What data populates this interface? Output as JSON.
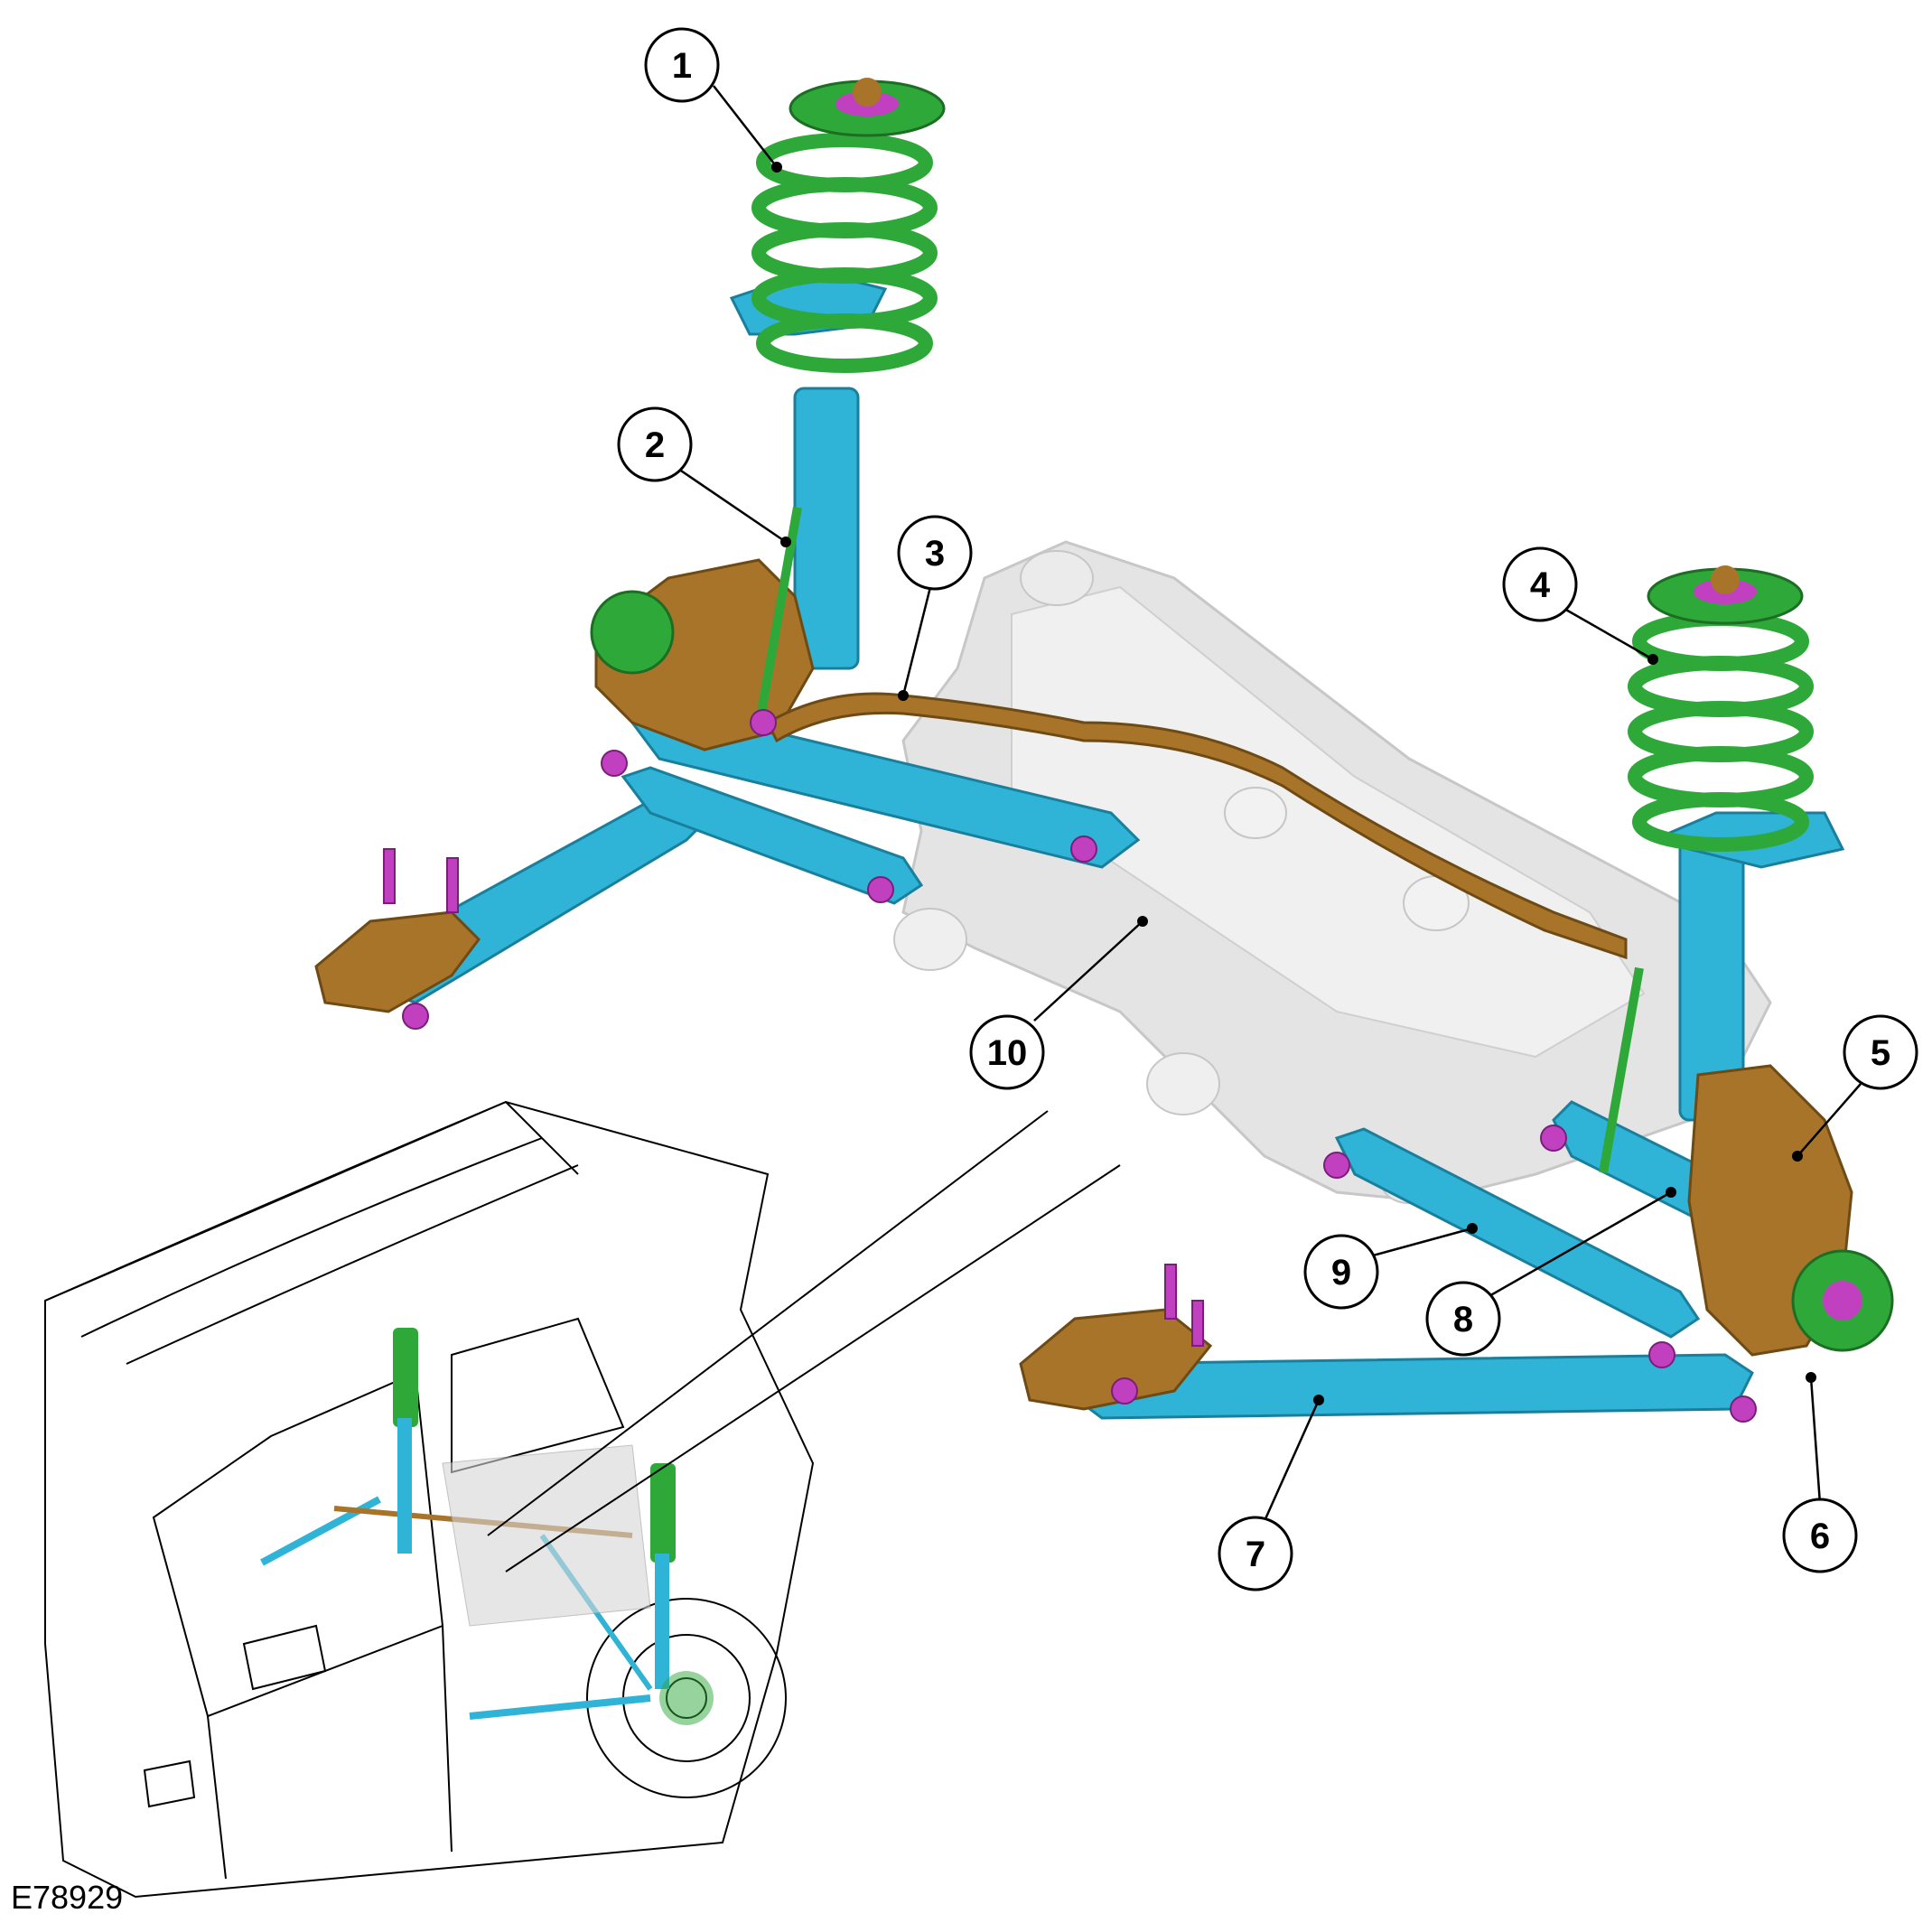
{
  "figure": {
    "reference_code": "E78929"
  },
  "callouts": [
    {
      "label": "1"
    },
    {
      "label": "2"
    },
    {
      "label": "3"
    },
    {
      "label": "4"
    },
    {
      "label": "5"
    },
    {
      "label": "6"
    },
    {
      "label": "7"
    },
    {
      "label": "8"
    },
    {
      "label": "9"
    },
    {
      "label": "10"
    }
  ],
  "colors": {
    "link_blue": "#2fb3d6",
    "spring_green": "#2fa83a",
    "knuckle_bronze": "#a8742a",
    "fastener_magenta": "#c040c0",
    "subframe_grey": "#d6d6d6",
    "outline_black": "#000000"
  }
}
